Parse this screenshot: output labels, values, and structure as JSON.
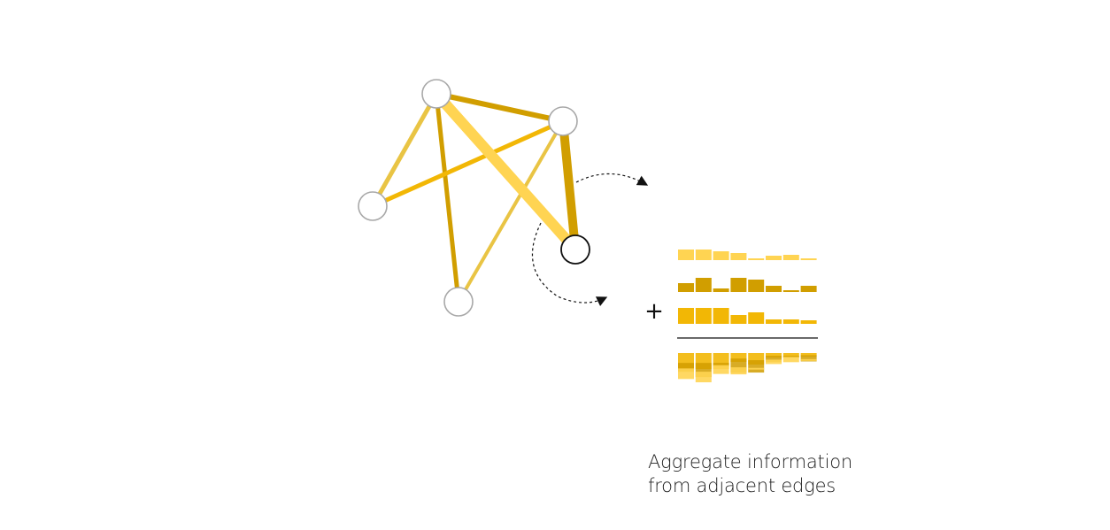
{
  "colors": {
    "light": "#FFD452",
    "mid": "#F2B705",
    "dark": "#D19E00",
    "pale": "#E9C444",
    "node_stroke": "#A8A8A8",
    "node_active_stroke": "#111111",
    "text": "#222222"
  },
  "graph": {
    "nodes": [
      {
        "id": "top",
        "active": false
      },
      {
        "id": "right-top",
        "active": false
      },
      {
        "id": "left",
        "active": false
      },
      {
        "id": "bottom",
        "active": false
      },
      {
        "id": "target",
        "active": true
      }
    ],
    "edges": [
      {
        "from": "top",
        "to": "left",
        "color": "pale"
      },
      {
        "from": "top",
        "to": "right-top",
        "color": "dark"
      },
      {
        "from": "top",
        "to": "bottom",
        "color": "dark"
      },
      {
        "from": "top",
        "to": "target",
        "color": "light"
      },
      {
        "from": "left",
        "to": "right-top",
        "color": "mid"
      },
      {
        "from": "bottom",
        "to": "right-top",
        "color": "pale"
      },
      {
        "from": "right-top",
        "to": "target",
        "color": "dark"
      }
    ]
  },
  "aggregation": {
    "operator": "+",
    "edge_histograms": [
      {
        "color": "light",
        "values": [
          12,
          12,
          10,
          8,
          2,
          5,
          6,
          2
        ]
      },
      {
        "color": "dark",
        "values": [
          10,
          16,
          4,
          16,
          14,
          7,
          2,
          7
        ]
      },
      {
        "color": "mid",
        "values": [
          18,
          18,
          18,
          10,
          13,
          5,
          5,
          4
        ]
      }
    ]
  },
  "caption": {
    "line1": "Aggregate information",
    "line2": "from adjacent edges"
  }
}
